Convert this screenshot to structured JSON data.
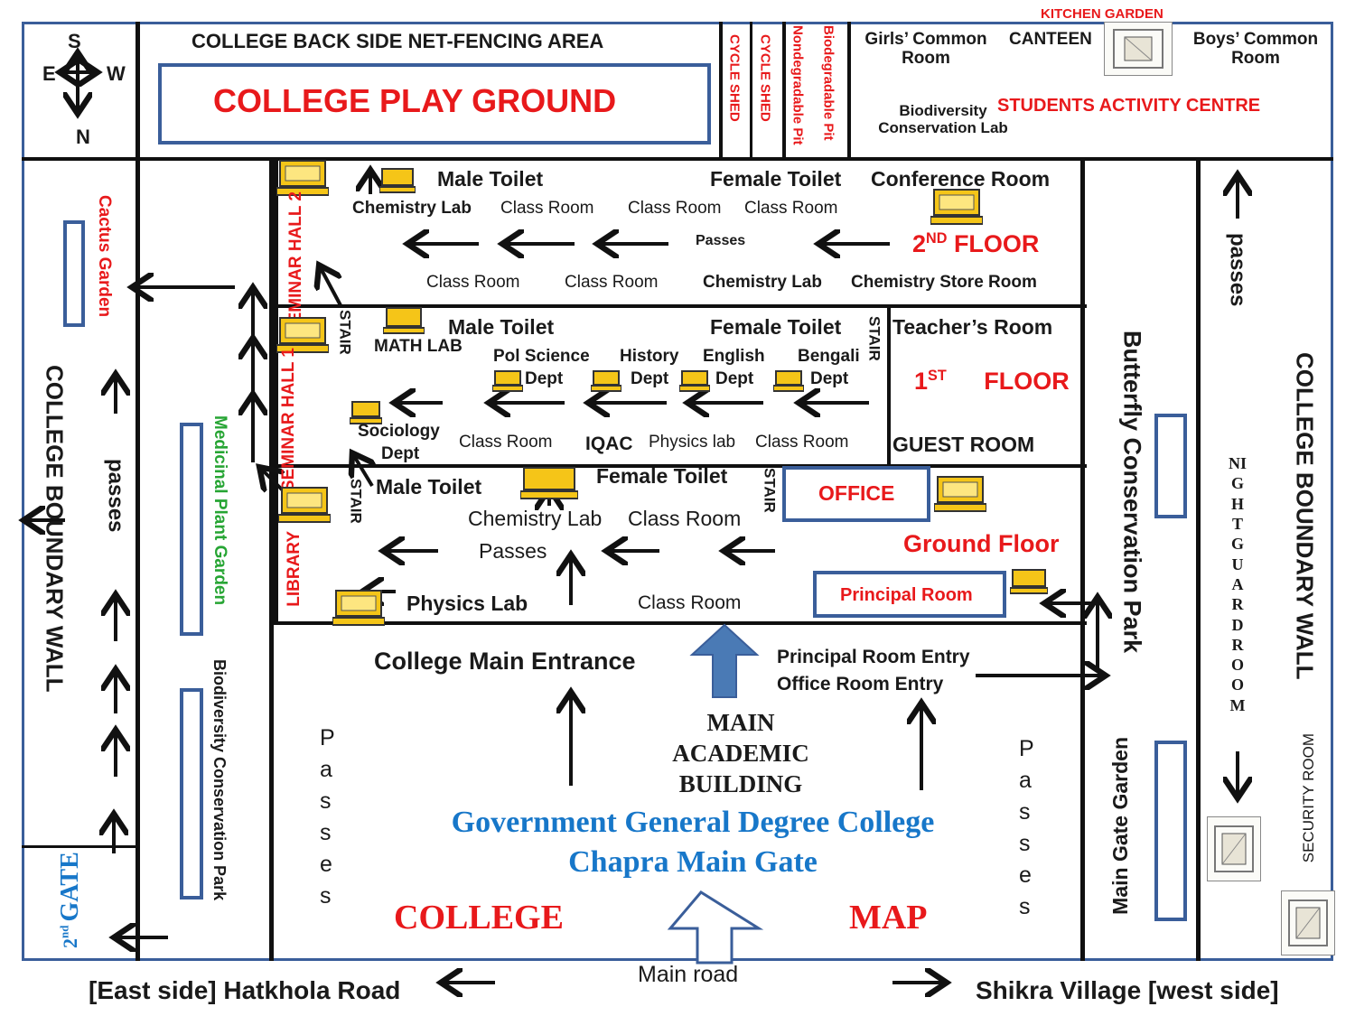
{
  "compass": {
    "s": "S",
    "e": "E",
    "w": "W",
    "n": "N"
  },
  "top": {
    "net_fencing": "COLLEGE BACK SIDE NET-FENCING  AREA",
    "playground": "COLLEGE PLAY GROUND",
    "cycle_shed_1": "CYCLE SHED",
    "cycle_shed_2": "CYCLE SHED",
    "nondegradable_pit": "Nondegradable Pit",
    "biodegradable_pit": "Biodegradable Pit",
    "kitchen_garden": "KITCHEN GARDEN",
    "girls_common_room": "Girls’ Common Room",
    "canteen": "CANTEEN",
    "boys_common_room": "Boys’ Common Room",
    "biodiversity_lab": "Biodiversity Conservation Lab",
    "students_activity_centre": "STUDENTS ACTIVITY CENTRE"
  },
  "left": {
    "cactus_garden": "Cactus Garden",
    "boundary_wall": "COLLEGE  BOUNDARY WALL",
    "passes": "passes",
    "medicinal_garden": "Medicinal Plant Garden",
    "biodiversity_park": "Biodiversity Conservation Park",
    "second_gate_num": "2",
    "second_gate_sup": "nd",
    "second_gate": "GATE"
  },
  "floor2": {
    "seminar_hall_2": "SEMINAR HALL 2",
    "male_toilet": "Male Toilet",
    "female_toilet": "Female Toilet",
    "conference_room": "Conference Room",
    "chemistry_lab_a": "Chemistry Lab",
    "class_room_a": "Class Room",
    "class_room_b": "Class Room",
    "class_room_c": "Class Room",
    "passes": "Passes",
    "floor_num": "2",
    "floor_sup": "ND",
    "floor_word": "FLOOR",
    "class_room_d": "Class Room",
    "class_room_e": "Class Room",
    "chemistry_lab_b": "Chemistry Lab",
    "chem_store": "Chemistry Store Room"
  },
  "floor1": {
    "seminar_hall_1": "SEMINAR HALL 1",
    "stair_a": "STAIR",
    "math_lab": "MATH LAB",
    "male_toilet": "Male Toilet",
    "female_toilet": "Female Toilet",
    "stair_b": "STAIR",
    "teachers_room": "Teacher’s Room",
    "pol_science": "Pol Science",
    "history": "History",
    "english": "English",
    "bengali": "Bengali",
    "dept": "Dept",
    "floor_num": "1",
    "floor_sup": "ST",
    "floor_word": "FLOOR",
    "sociology": "Sociology",
    "sociology_dept": "Dept",
    "class_room_a": "Class Room",
    "iqac": "IQAC",
    "physics_lab": "Physics lab",
    "class_room_b": "Class Room",
    "guest_room": "GUEST ROOM"
  },
  "ground": {
    "library": "LIBRARY",
    "stair_a": "STAIR",
    "male_toilet": "Male Toilet",
    "female_toilet": "Female Toilet",
    "stair_b": "STAIR",
    "office": "OFFICE",
    "chemistry_lab": "Chemistry Lab",
    "class_room_a": "Class Room",
    "passes": "Passes",
    "floor_label": "Ground Floor",
    "physics_lab": "Physics Lab",
    "class_room_b": "Class Room",
    "principal_room": "Principal Room"
  },
  "front": {
    "main_entrance": "College Main Entrance",
    "principal_entry": "Principal  Room Entry",
    "office_entry": "Office Room Entry",
    "passes_left": "Passes",
    "passes_right": "Passes",
    "main_academic_1": "MAIN",
    "main_academic_2": "ACADEMIC",
    "main_academic_3": "BUILDING",
    "college_name": "Government General Degree College",
    "main_gate": "Chapra Main Gate",
    "college_word": "COLLEGE",
    "map_word": "MAP",
    "main_road": "Main road"
  },
  "right": {
    "butterfly_park": "Butterfly Conservation Park",
    "main_gate_garden": "Main Gate Garden",
    "passes": "passes",
    "boundary_wall": "COLLEGE  BOUNDARY WALL",
    "night_guard_room": "NIGHTGUARDROOM",
    "security_room": "SECURITY ROOM"
  },
  "bottom": {
    "east_road": "[East side] Hatkhola Road",
    "west_road": "Shikra Village [west side]"
  },
  "colors": {
    "red": "#e8191b",
    "blue": "#1777c9",
    "green": "#27a534",
    "box": "#3a5e9a",
    "arrow": "#4a7ab5"
  }
}
